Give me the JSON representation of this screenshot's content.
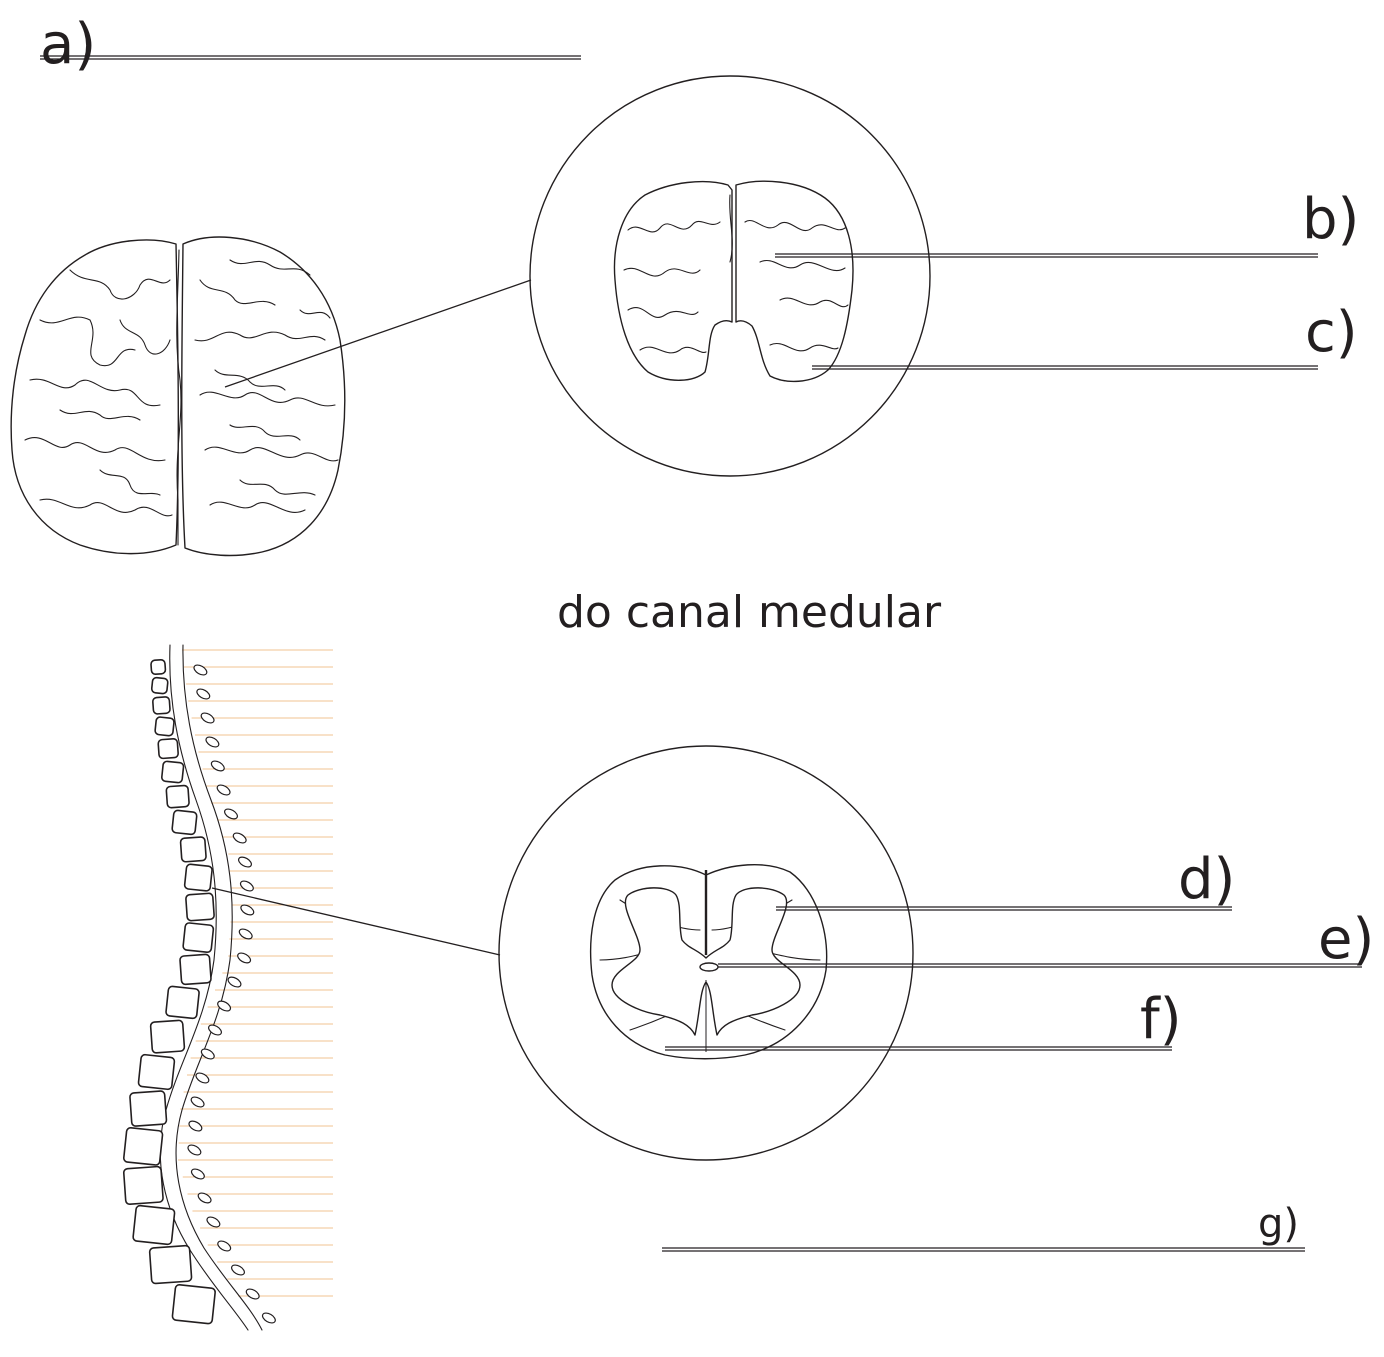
{
  "labels": {
    "a": "a)",
    "b": "b)",
    "c": "c)",
    "d": "d)",
    "e": "e)",
    "f": "f)",
    "g": "g)"
  },
  "caption": "do canal medular",
  "colors": {
    "ink": "#231f20",
    "nerve": "#f2c391",
    "background": "#ffffff"
  }
}
